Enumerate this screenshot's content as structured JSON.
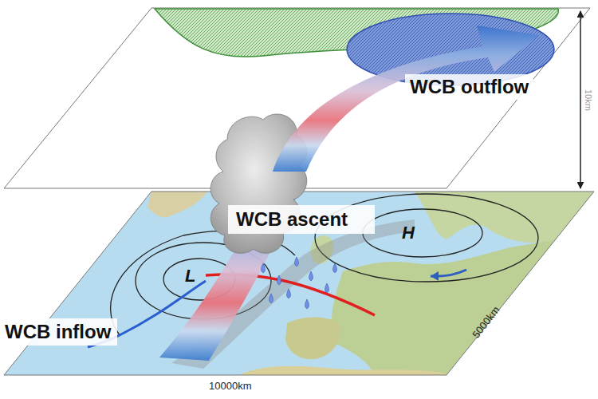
{
  "diagram": {
    "labels": [
      "WCB outflow",
      "10km",
      "WCB ascent",
      "L",
      "H",
      "WCB inflow",
      "5000km",
      "10000km"
    ]
  }
}
